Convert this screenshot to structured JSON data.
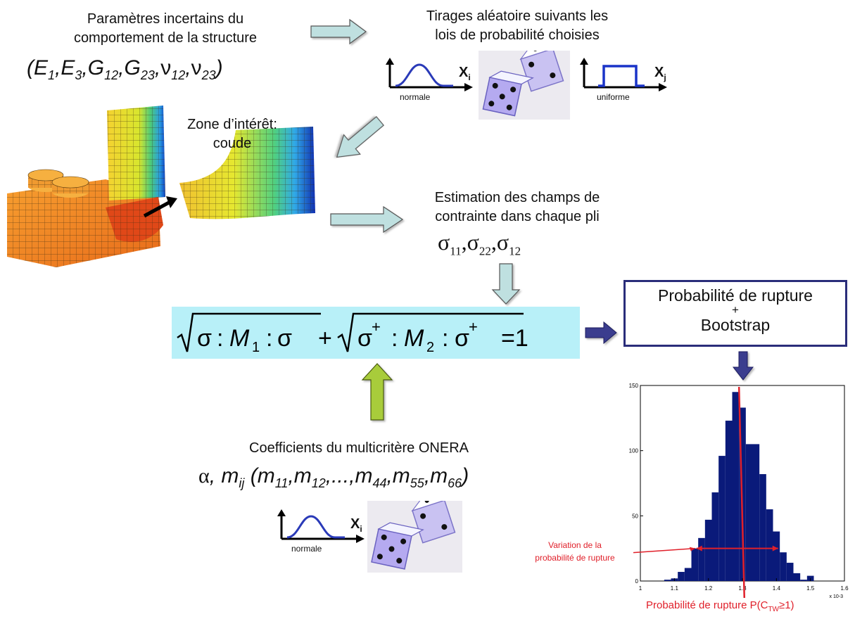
{
  "steps": {
    "uncertain_params": {
      "line1": "Paramètres incertains du",
      "line2": "comportement de la structure"
    },
    "random_draws": {
      "line1": "Tirages aléatoire suivants les",
      "line2": "lois de probabilité choisies"
    },
    "zone": {
      "line1": "Zone d’intérêt:",
      "line2": "coude"
    },
    "stress_estimation": {
      "line1": "Estimation des champs de",
      "line2": "contrainte dans chaque pli"
    },
    "coefficients": {
      "line1": "Coefficients du multicritère ONERA"
    },
    "result_box": {
      "line1": "Probabilité de rupture",
      "line2": "+",
      "line3": "Bootstrap"
    }
  },
  "distributions": {
    "normal_label": "normale",
    "uniform_label": "uniforme",
    "var_i": "X",
    "sub_i": "i",
    "var_j": "X",
    "sub_j": "j"
  },
  "formulas": {
    "params": "(E1, E3, G12, G23, ν12, ν23)",
    "stresses": "σ11, σ22, σ12",
    "criterion": "√(σ : M1 : σ) + √(σ+ : M2 : σ+) = 1",
    "coefficients": "α, mij (m11, m12, ..., m44, m55, m66)"
  },
  "annotations": {
    "variation_line1": "Variation de la",
    "variation_line2": "probabilité de rupture",
    "probability_label": "Probabilité de rupture P(CTW≥1)"
  },
  "colors": {
    "arrow_light": "#bfe0e0",
    "arrow_green": "#a8cc3a",
    "arrow_dark": "#3a3c8e",
    "formula_bg": "#b8f0f8",
    "box_border": "#2a2d7a",
    "hist_bar": "#0a1a7a",
    "annotation_red": "#e0202a",
    "distribution_curve": "#2a3ab8"
  },
  "chart_data": {
    "type": "bar",
    "x": [
      1.06,
      1.08,
      1.1,
      1.12,
      1.14,
      1.16,
      1.18,
      1.2,
      1.22,
      1.24,
      1.26,
      1.28,
      1.3,
      1.32,
      1.34,
      1.36,
      1.38,
      1.4,
      1.42,
      1.44,
      1.46,
      1.48,
      1.5
    ],
    "values": [
      0,
      1,
      2,
      7,
      10,
      25,
      33,
      47,
      68,
      96,
      123,
      145,
      133,
      105,
      105,
      82,
      55,
      38,
      22,
      14,
      6,
      1,
      4
    ],
    "xlim": [
      1,
      1.6
    ],
    "ylim": [
      0,
      150
    ],
    "x_ticks": [
      "1",
      "1.1",
      "1.2",
      "1.3",
      "1.4",
      "1.5",
      "1.6"
    ],
    "y_ticks": [
      "0",
      "50",
      "100",
      "150"
    ],
    "x_exponent": "x 10-3",
    "marker_x": 1.29
  }
}
